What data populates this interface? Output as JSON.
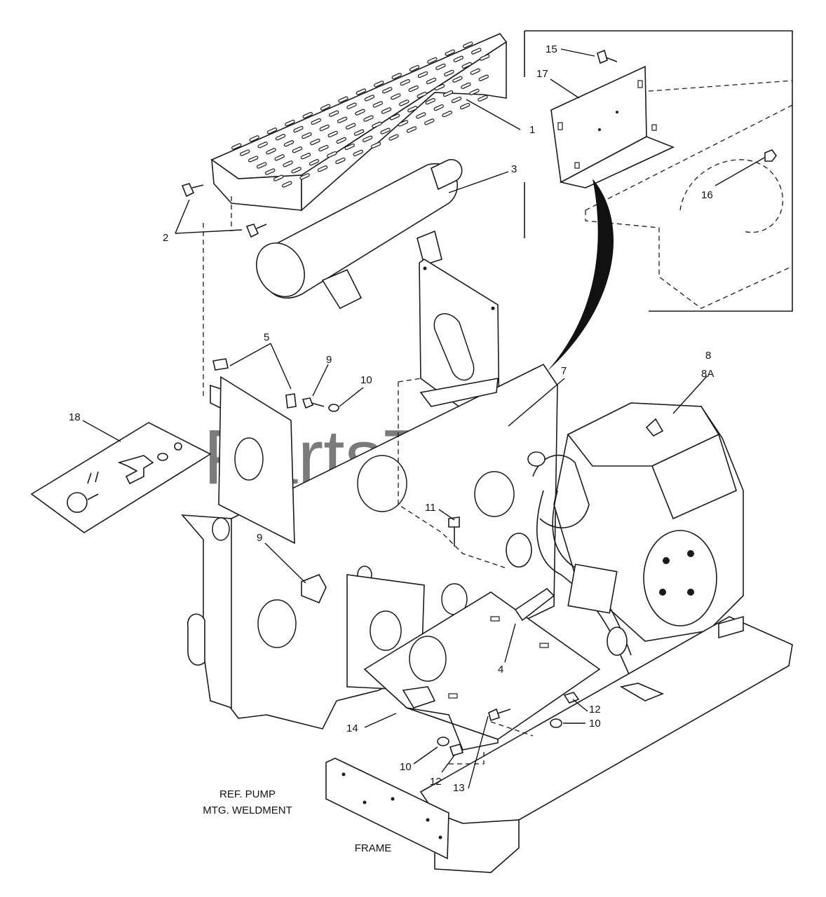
{
  "watermark": "PartsTree",
  "labels": {
    "p1": "1",
    "p2": "2",
    "p3": "3",
    "p4": "4",
    "p5": "5",
    "p7": "7",
    "p8": "8",
    "p8a": "8A",
    "p9a": "9",
    "p9b": "9",
    "p10a": "10",
    "p10b": "10",
    "p10c": "10",
    "p11": "11",
    "p12a": "12",
    "p12b": "12",
    "p13": "13",
    "p14": "14",
    "p15": "15",
    "p16": "16",
    "p17": "17",
    "p18": "18"
  },
  "notes": {
    "ref_pump_line1": "REF. PUMP",
    "ref_pump_line2": "MTG. WELDMENT",
    "frame": "FRAME"
  }
}
